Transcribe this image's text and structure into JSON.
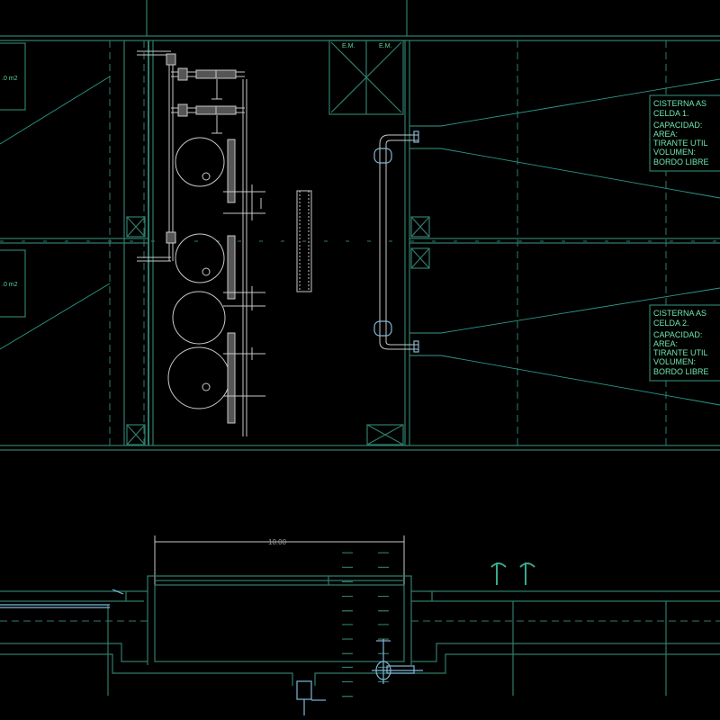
{
  "plan": {
    "left_area_labels": [
      ".0 m2",
      ".0 m2"
    ],
    "equipment_labels": [
      "E.M.",
      "E.M."
    ],
    "cell_1": {
      "title": "CISTERNA AS",
      "cell": "CELDA 1.",
      "lines": [
        "CAPACIDAD:",
        "AREA:",
        "TIRANTE UTIL",
        "VOLUMEN:",
        "BORDO LIBRE"
      ]
    },
    "cell_2": {
      "title": "CISTERNA AS",
      "cell": "CELDA 2.",
      "lines": [
        "CAPACIDAD:",
        "AREA:",
        "TIRANTE UTIL",
        "VOLUMEN:",
        "BORDO LIBRE"
      ]
    }
  },
  "section": {
    "dimension": "10.00"
  },
  "colors": {
    "background": "#000000",
    "walls": "#2f7d6b",
    "piping": "#c9c9c9",
    "text": "#58d49c"
  }
}
